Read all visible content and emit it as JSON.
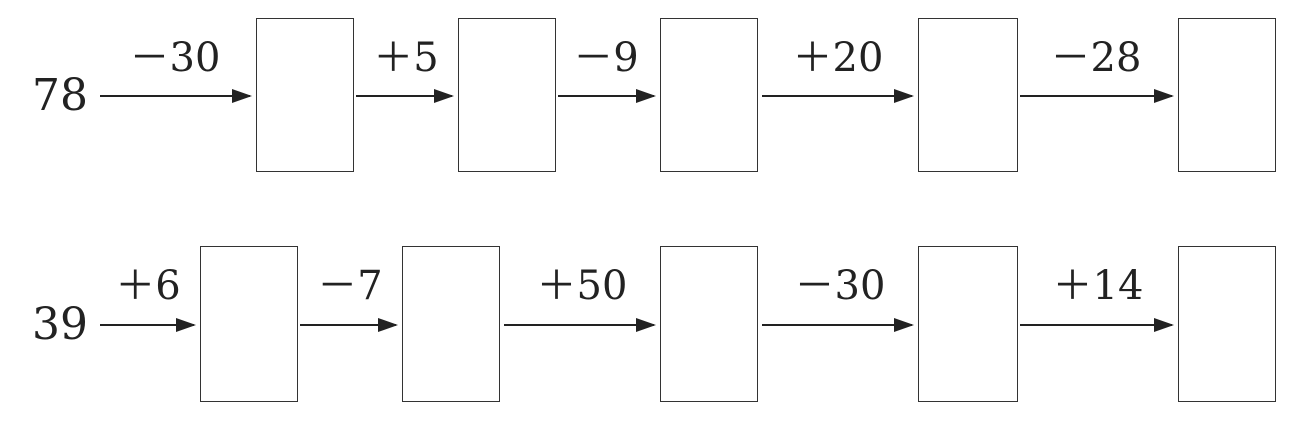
{
  "rows": [
    {
      "start": "78",
      "ops": [
        "－30",
        "＋5",
        "－9",
        "＋20",
        "－28"
      ],
      "boxes": [
        "",
        "",
        "",
        "",
        ""
      ]
    },
    {
      "start": "39",
      "ops": [
        "＋6",
        "－7",
        "＋50",
        "－30",
        "＋14"
      ],
      "boxes": [
        "",
        "",
        "",
        "",
        ""
      ]
    }
  ],
  "colors": {
    "ink": "#222222",
    "box_border": "#333333"
  }
}
